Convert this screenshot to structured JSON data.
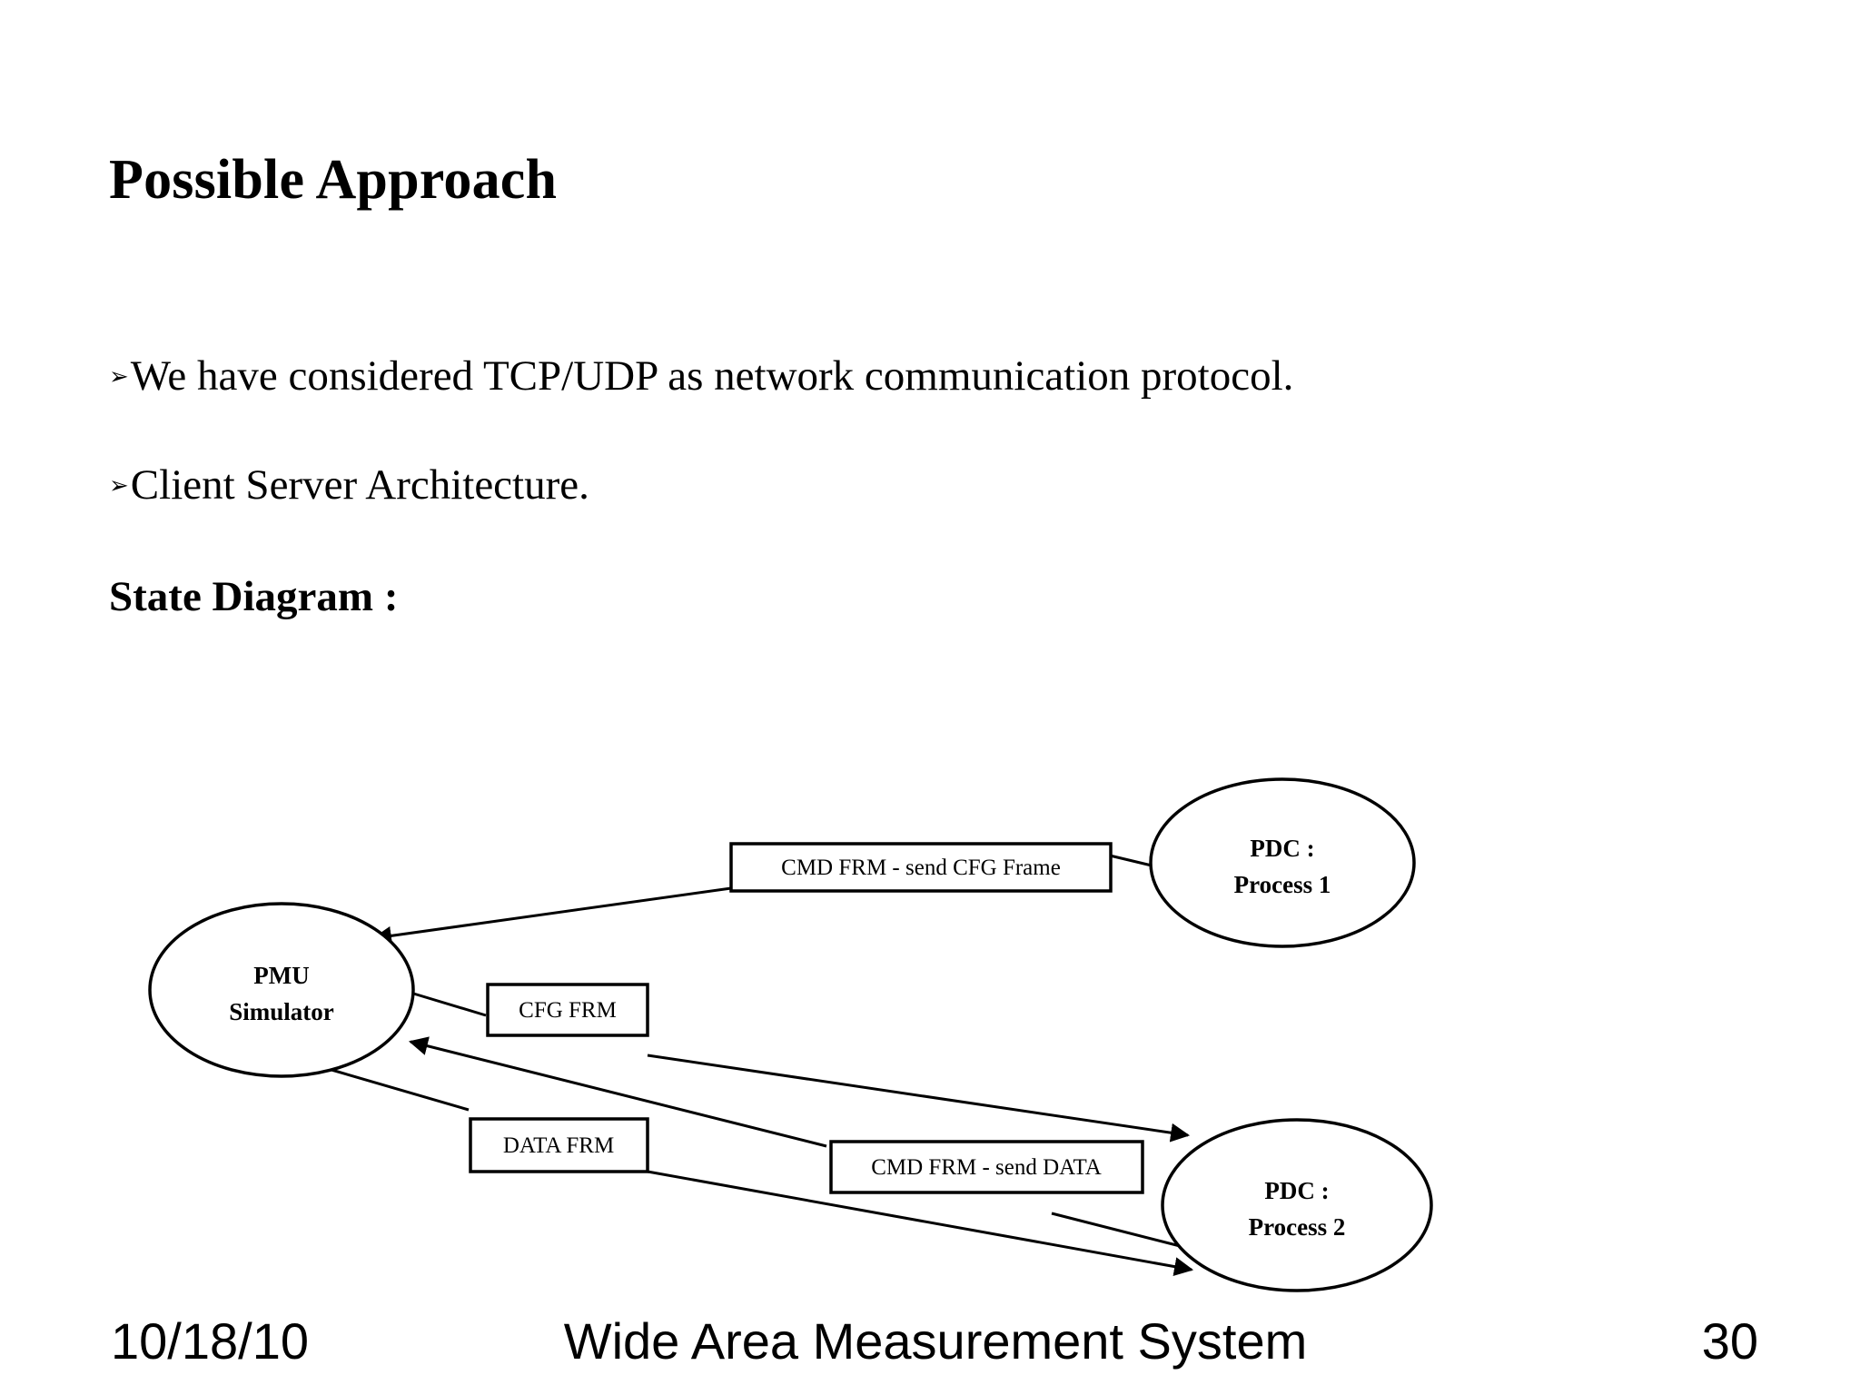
{
  "slide": {
    "title": "Possible Approach",
    "bullet_glyph": "➢",
    "bullets": [
      "We have considered TCP/UDP as network communication protocol.",
      "Client Server Architecture."
    ],
    "section_heading": "State Diagram :"
  },
  "diagram": {
    "nodes": [
      {
        "id": "pmu",
        "line1": "PMU",
        "line2": "Simulator",
        "shape": "ellipse"
      },
      {
        "id": "pdc1",
        "line1": "PDC :",
        "line2": "Process 1",
        "shape": "ellipse"
      },
      {
        "id": "pdc2",
        "line1": "PDC :",
        "line2": "Process 2",
        "shape": "ellipse"
      }
    ],
    "edge_labels": [
      {
        "id": "cmd-cfg",
        "text": "CMD FRM - send CFG Frame",
        "from": "pdc1",
        "to": "pmu"
      },
      {
        "id": "cfg-frm",
        "text": "CFG FRM",
        "from": "pmu",
        "to": "pdc2"
      },
      {
        "id": "data-frm",
        "text": "DATA FRM",
        "from": "pmu",
        "to": "pdc2"
      },
      {
        "id": "cmd-data",
        "text": "CMD FRM - send DATA",
        "from": "pdc2",
        "to": "pmu"
      }
    ],
    "colors": {
      "stroke": "#000000",
      "fill": "#ffffff"
    }
  },
  "footer": {
    "date": "10/18/10",
    "center": "Wide Area Measurement System",
    "page": "30"
  }
}
